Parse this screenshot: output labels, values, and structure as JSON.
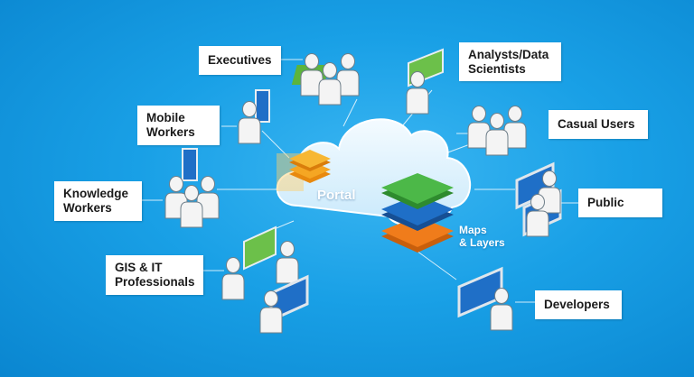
{
  "diagram": {
    "hub": {
      "label": "Portal"
    },
    "content": {
      "label": "Maps\n& Layers"
    },
    "audiences": [
      {
        "id": "executives",
        "label": "Executives"
      },
      {
        "id": "analysts",
        "label": "Analysts/Data\nScientists"
      },
      {
        "id": "mobile",
        "label": "Mobile\nWorkers"
      },
      {
        "id": "casual",
        "label": "Casual Users"
      },
      {
        "id": "knowledge",
        "label": "Knowledge\nWorkers"
      },
      {
        "id": "public",
        "label": "Public"
      },
      {
        "id": "gis",
        "label": "GIS & IT\nProfessionals"
      },
      {
        "id": "developers",
        "label": "Developers"
      }
    ],
    "colors": {
      "background": "#1aa3e8",
      "cloud": "#e4f4fd",
      "layer_green": "#4cb848",
      "layer_blue": "#1f6fc7",
      "layer_orange": "#f07c1b",
      "portal_orange": "#f5a623",
      "person": "#f2f2f2"
    }
  }
}
